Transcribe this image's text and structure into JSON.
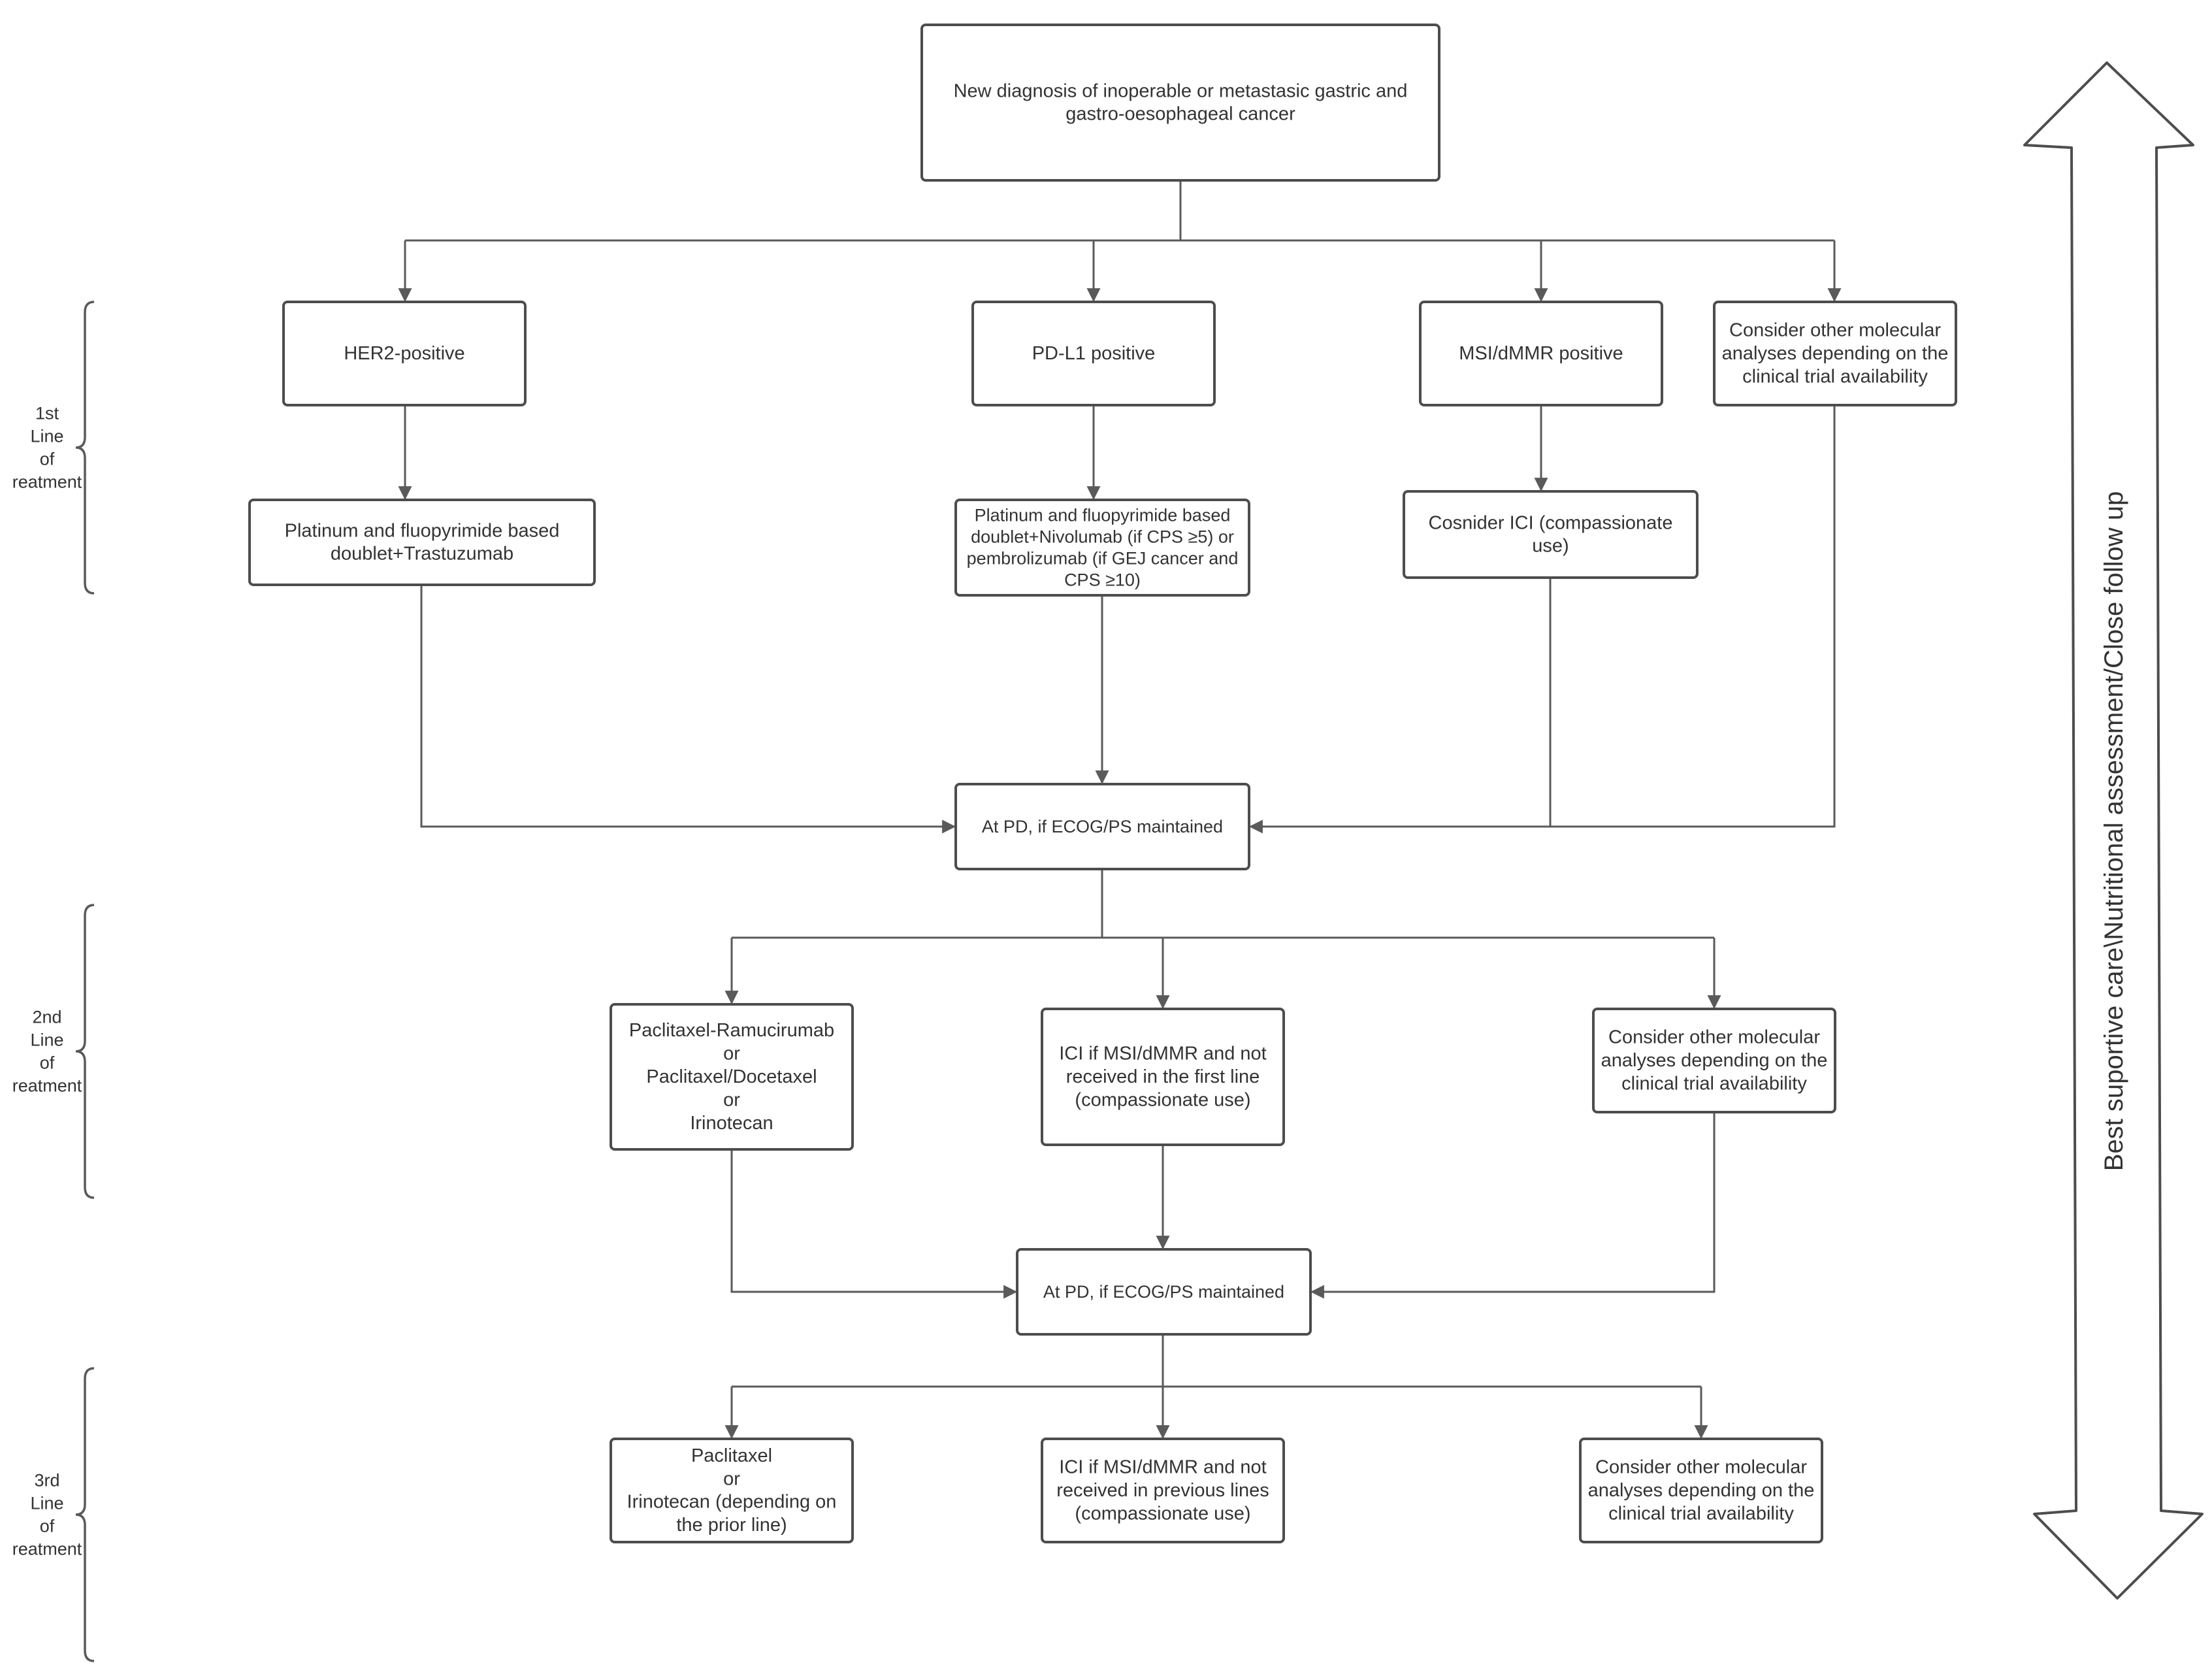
{
  "nodes": {
    "start": [
      "New diagnosis of inoperable or metastasic gastric and",
      "gastro-oesophageal cancer"
    ],
    "her2": [
      "HER2-positive"
    ],
    "pdl1": [
      "PD-L1 positive"
    ],
    "msi": [
      "MSI/dMMR positive"
    ],
    "other1": [
      "Consider other molecular",
      "analyses depending on the",
      "clinical trial availability"
    ],
    "her2_tx": [
      "Platinum and fluopyrimide based",
      "doublet+Trastuzumab"
    ],
    "pdl1_tx": [
      "Platinum and fluopyrimide based",
      "doublet+Nivolumab (if CPS ≥5) or",
      "pembrolizumab (if GEJ cancer and",
      "CPS ≥10)"
    ],
    "msi_tx": [
      "Cosnider ICI (compassionate",
      "use)"
    ],
    "pd1": [
      "At PD, if ECOG/PS maintained"
    ],
    "l2_a": [
      "Paclitaxel-Ramucirumab",
      "or",
      "Paclitaxel/Docetaxel",
      "or",
      "Irinotecan"
    ],
    "l2_b": [
      "ICI if MSI/dMMR and not",
      "received in the first line",
      "(compassionate use)"
    ],
    "l2_c": [
      "Consider other molecular",
      "analyses depending on the",
      "clinical trial availability"
    ],
    "pd2": [
      "At PD, if ECOG/PS maintained"
    ],
    "l3_a": [
      "Paclitaxel",
      "or",
      "Irinotecan (depending on",
      "the prior line)"
    ],
    "l3_b": [
      "ICI if MSI/dMMR and not",
      "received in previous lines",
      "(compassionate use)"
    ],
    "l3_c": [
      "Consider other molecular",
      "analyses depending on the",
      "clinical trial availability"
    ]
  },
  "line_labels": {
    "first": [
      "1st",
      "Line",
      "of",
      "reatment"
    ],
    "second": [
      "2nd",
      "Line",
      "of",
      "reatment"
    ],
    "third": [
      "3rd",
      "Line",
      "of",
      "reatment"
    ]
  },
  "side_arrow_label": "Best suportive care\\Nutritional assessment/Close follow up"
}
